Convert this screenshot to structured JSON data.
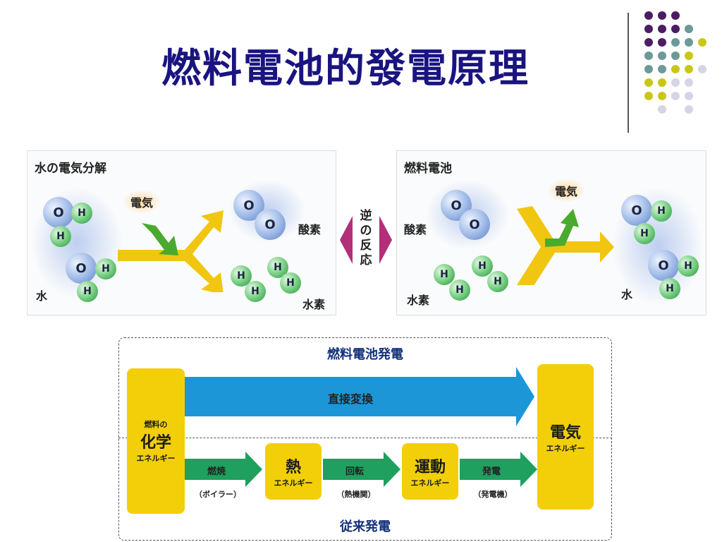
{
  "slide": {
    "title": "燃料電池的發電原理"
  },
  "left_panel": {
    "title": "水の電気分解",
    "electricity_label": "電気",
    "water_label": "水",
    "oxygen_label": "酸素",
    "hydrogen_label": "水素",
    "atom_o": "O",
    "atom_h": "H"
  },
  "reverse_label": [
    "逆",
    "の",
    "反",
    "応"
  ],
  "right_panel": {
    "title": "燃料電池",
    "electricity_label": "電気",
    "oxygen_label": "酸素",
    "hydrogen_label": "水素",
    "water_label": "水",
    "atom_o": "O",
    "atom_h": "H"
  },
  "flow": {
    "fuel_cell_title": "燃料電池発電",
    "conventional_title": "従来発電",
    "direct_conversion": "直接変換",
    "source_line1": "燃料の",
    "source_line2": "化学",
    "source_line3": "エネルギー",
    "target_line1": "電気",
    "target_line2": "エネルギー",
    "heat_line1": "熱",
    "heat_line2": "エネルギー",
    "motion_line1": "運動",
    "motion_line2": "エネルギー",
    "step1_label": "燃焼",
    "step1_sub": "（ボイラー）",
    "step2_label": "回転",
    "step2_sub": "（熱機関）",
    "step3_label": "発電",
    "step3_sub": "（発電機）"
  },
  "colors": {
    "title": "#1a1480",
    "blue_arrow": "#1d96d8",
    "green_arrow": "#1fa05e",
    "yellow": "#f2cf08",
    "purple_arrow": "#b0307a",
    "dot_purple": "#4b1d63",
    "dot_teal": "#6b9a97",
    "dot_lime": "#c8c715",
    "dot_lavender": "#d5d5e6"
  }
}
